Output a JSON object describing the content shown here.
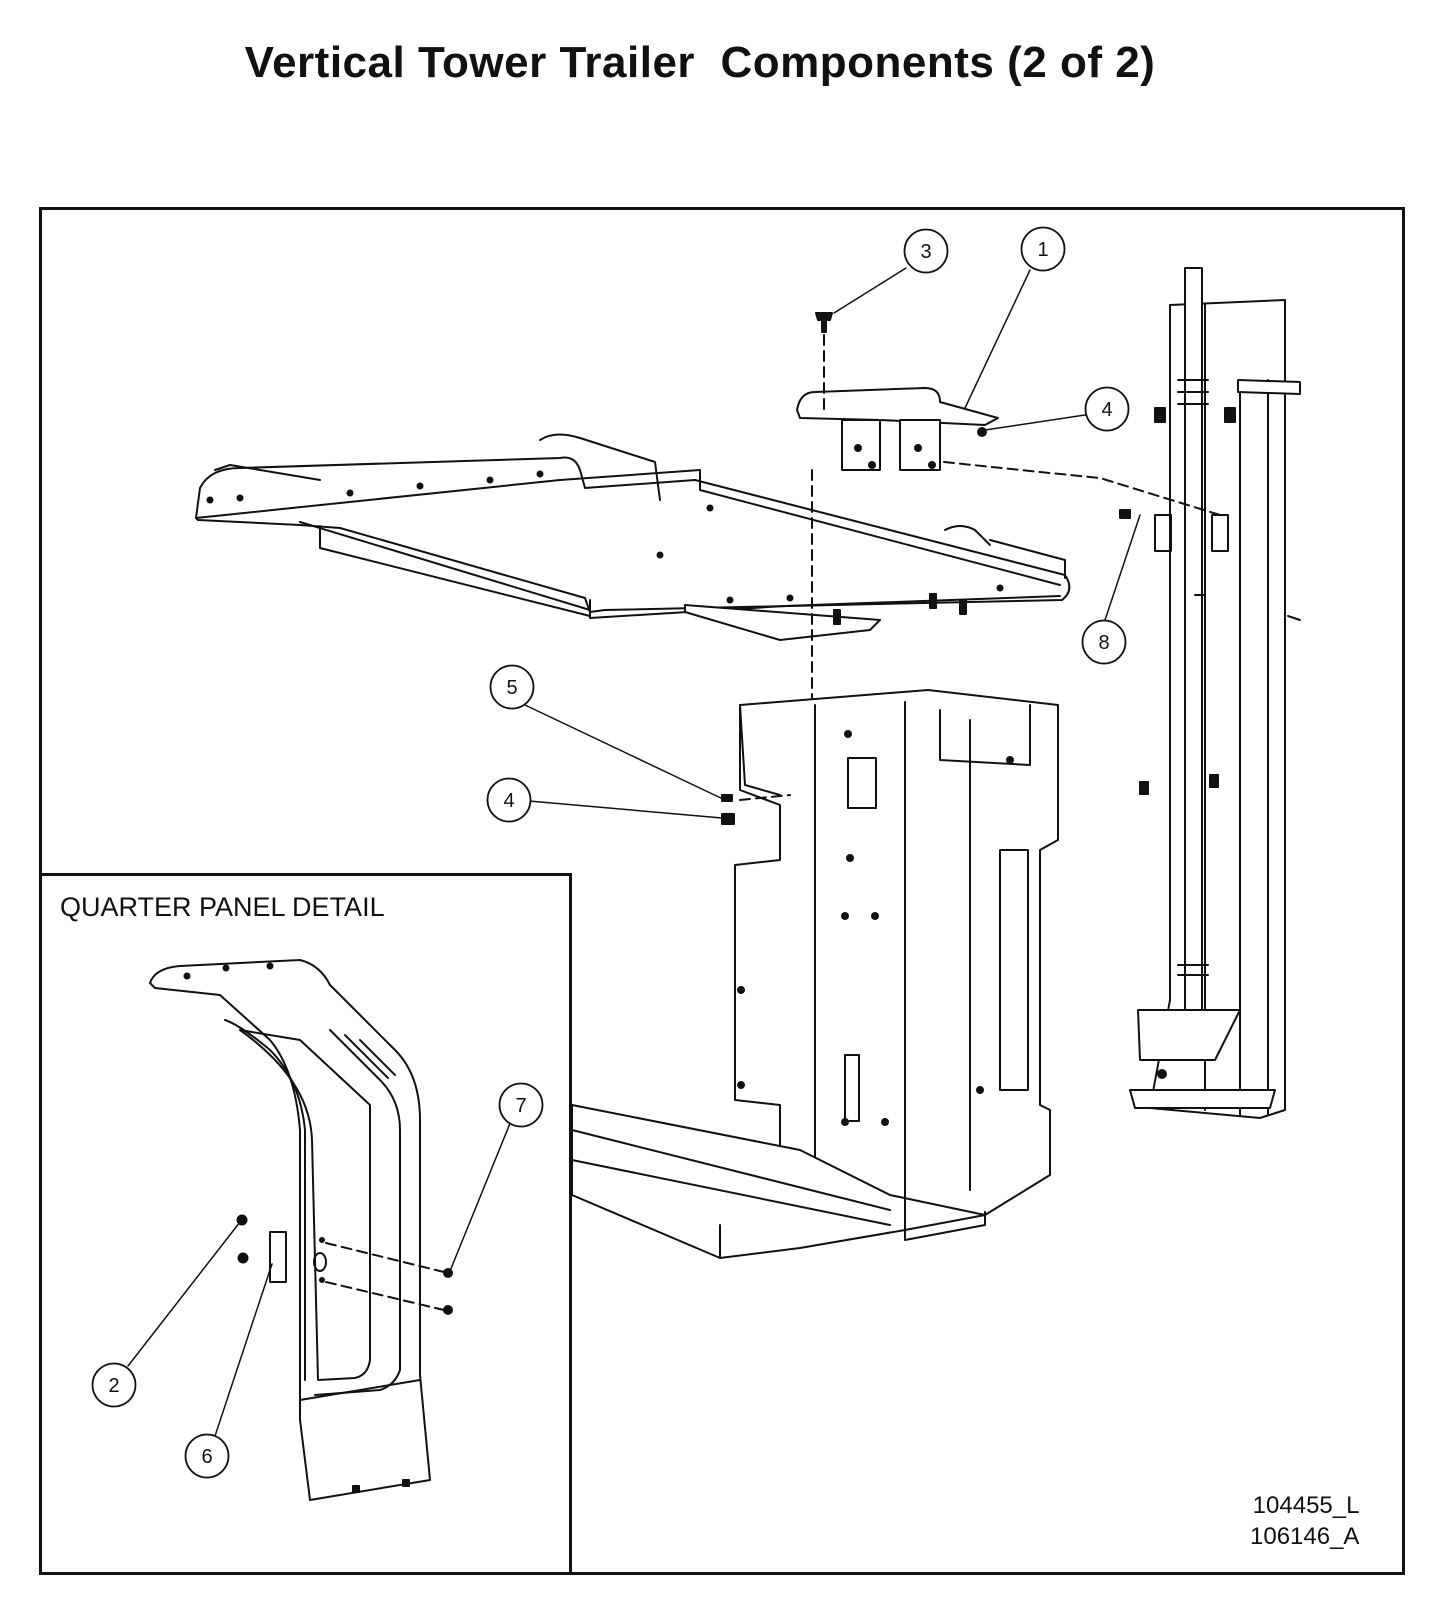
{
  "title": "Vertical Tower Trailer  Components (2 of 2)",
  "inset": {
    "label": "QUARTER PANEL DETAIL"
  },
  "drawing_numbers": [
    "104455_L",
    "106146_A"
  ],
  "callouts": [
    {
      "id": "callout-1",
      "number": "1"
    },
    {
      "id": "callout-3",
      "number": "3"
    },
    {
      "id": "callout-4-top",
      "number": "4"
    },
    {
      "id": "callout-8",
      "number": "8"
    },
    {
      "id": "callout-5",
      "number": "5"
    },
    {
      "id": "callout-4-mid",
      "number": "4"
    },
    {
      "id": "callout-7",
      "number": "7"
    },
    {
      "id": "callout-2",
      "number": "2"
    },
    {
      "id": "callout-6",
      "number": "6"
    }
  ]
}
